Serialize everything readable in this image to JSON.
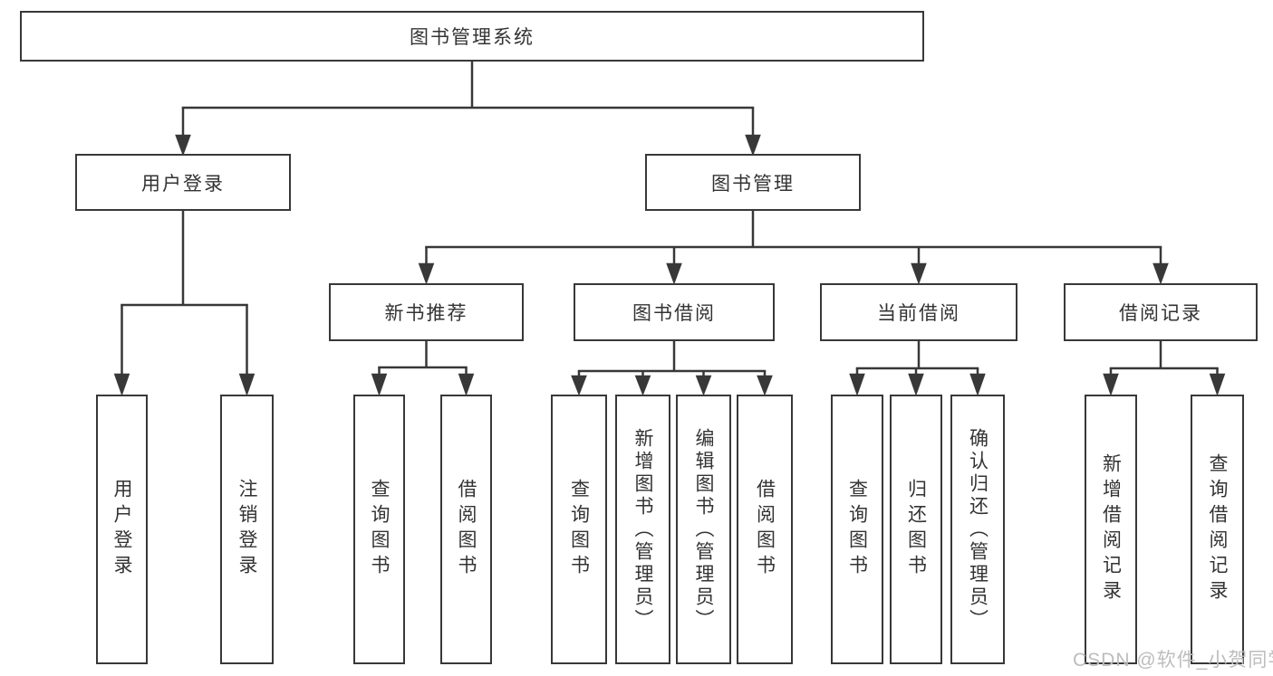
{
  "colors": {
    "line": "#383838",
    "box_border": "#383838",
    "text": "#333333",
    "background": "#ffffff",
    "watermark": "#bdbdbd"
  },
  "tree": {
    "root": {
      "label": "图书管理系统"
    },
    "branches": [
      {
        "label": "用户登录",
        "children": [
          {
            "label": "用户登录"
          },
          {
            "label": "注销登录"
          }
        ]
      },
      {
        "label": "图书管理",
        "sections": [
          {
            "label": "新书推荐",
            "children": [
              {
                "label": "查询图书"
              },
              {
                "label": "借阅图书"
              }
            ]
          },
          {
            "label": "图书借阅",
            "children": [
              {
                "label": "查询图书"
              },
              {
                "label": "新增图书（管理员）"
              },
              {
                "label": "编辑图书（管理员）"
              },
              {
                "label": "借阅图书"
              }
            ]
          },
          {
            "label": "当前借阅",
            "children": [
              {
                "label": "查询图书"
              },
              {
                "label": "归还图书"
              },
              {
                "label": "确认归还（管理员）"
              }
            ]
          },
          {
            "label": "借阅记录",
            "children": [
              {
                "label": "新增借阅记录"
              },
              {
                "label": "查询借阅记录"
              }
            ]
          }
        ]
      }
    ]
  },
  "watermark": {
    "text": "CSDN @软件_小贺同学"
  }
}
